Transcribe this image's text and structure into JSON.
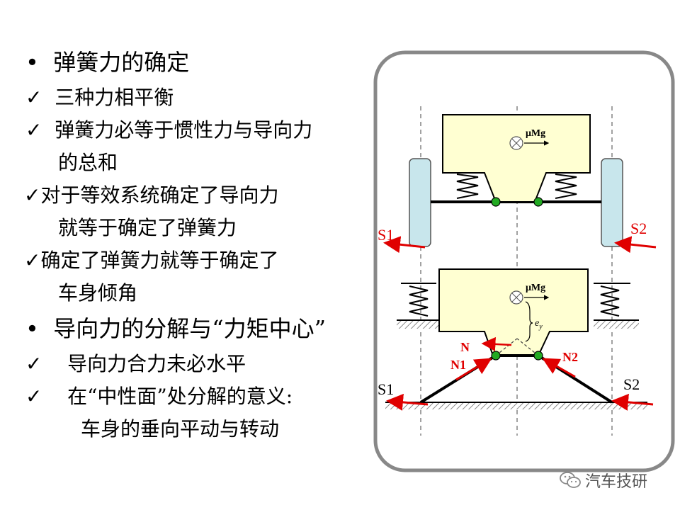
{
  "lines": [
    {
      "mark": "•",
      "text": "弹簧力的确定",
      "big": true
    },
    {
      "mark": "✓",
      "text": "三种力相平衡"
    },
    {
      "mark": "✓",
      "text": "弹簧力必等于惯性力与导向力"
    },
    {
      "mark": "",
      "text": "的总和"
    },
    {
      "mark": "✓",
      "text": "对于等效系统确定了导向力"
    },
    {
      "mark": "",
      "text": "就等于确定了弹簧力"
    },
    {
      "mark": "✓",
      "text": "确定了弹簧力就等于确定了"
    },
    {
      "mark": "",
      "text": "车身倾角"
    },
    {
      "mark": "•",
      "text": "导向力的分解与“力矩中心”",
      "big": true
    },
    {
      "mark": "✓",
      "text": "导向力合力未必水平"
    },
    {
      "mark": "✓",
      "text": "在“中性面”处分解的意义:"
    },
    {
      "mark": "",
      "text": "车身的垂向平动与转动"
    }
  ],
  "diagram": {
    "top": {
      "mass_label": "μMg",
      "force_left": "S1",
      "force_right": "S2"
    },
    "bottom": {
      "mass_label": "μMg",
      "ey_label": "e",
      "ey_sub": "y",
      "n_label": "N",
      "n1_label": "N1",
      "n2_label": "N2",
      "force_left": "S1",
      "force_right": "S2"
    }
  },
  "colors": {
    "body": "#ffffd2",
    "tire": "#c8e6ec",
    "joint": "#22aa22",
    "arrow": "#e00000",
    "frame": "#888888"
  },
  "watermark": {
    "icon": "wechat-icon",
    "text": "汽车技研"
  }
}
